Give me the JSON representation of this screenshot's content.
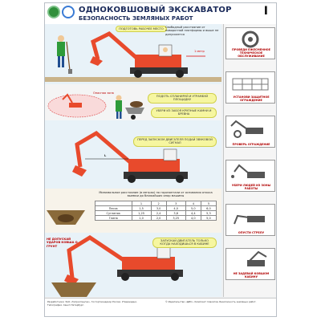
{
  "header": {
    "title": "ОДНОКОВШОВЫЙ ЭКСКАВАТОР",
    "subtitle": "БЕЗОПАСНОСТЬ ЗЕМЛЯНЫХ РАБОТ",
    "part": "I"
  },
  "main": {
    "labels": {
      "workplace": "ПОДГОТОВЬ РАБОЧЕЕ МЕСТО",
      "side_note": "Свободный расстояние от поворотной платформы и выше не допускается",
      "dist_1m": "1 метр",
      "danger_zone": "Опасная зона",
      "clean_level": "ПОДОТЬ СПЛАНИРУЙ И УТРАМБУЙ ПЛОЩАДКУ",
      "remove_stones": "УБЕРИ ИЗ ЗАБОЯ КРУПНЫЕ КАМНИ И БРЕВНА",
      "start_signal": "ПЕРЕД ЗАПУСКОМ ДВИГАТЕЛЯ ПОДАЙ ЗВУКОВОЙ СИГНАЛ",
      "table_caption": "Минимальное расстояние (в метрах) по горизонтали от основания откоса выемки до ближайших опор машины",
      "only_in_cab": "ЗАПУСКАЙ ДВИГАТЕЛЬ ТОЛЬКО КОГДА НАХОДИШЬСЯ В КАБИНЕ",
      "no_bucket_hits": "НЕ ДОПУСКАЙ УДАРОВ КОВША О ГРУНТ",
      "L_mark": "L"
    },
    "soil_table": {
      "headers": [
        "",
        "1",
        "2",
        "3",
        "4",
        "5"
      ],
      "rows": [
        [
          "Песок",
          "1,5",
          "3,0",
          "4,0",
          "5,0",
          "6,0"
        ],
        [
          "Суглинок",
          "1,25",
          "2,4",
          "3,6",
          "4,4",
          "5,3"
        ],
        [
          "Глина",
          "1,0",
          "2,0",
          "3,25",
          "4,0",
          "5,0"
        ]
      ]
    }
  },
  "side": {
    "cells": [
      "ПРОВЕДИ ЕЖЕСМЕННОЕ ТЕХНИЧЕСКОЕ ОБСЛУЖИВАНИЕ",
      "УСТАНОВИ ЗАЩИТНОЕ ОГРАЖДЕНИЕ",
      "ПРОВЕРЬ ОГРАЖДЕНИЕ",
      "УБЕРИ ЛЮДЕЙ ИЗ ЗОНЫ РАБОТЫ",
      "ОПУСТИ СТРЕЛУ",
      "НЕ ЗАДЕВАЙ КОВШОМ КАБИНУ"
    ]
  },
  "footer": {
    "left": "Разработчики: ЗАО «Гипроспецгаз», Госгортехнадзор России. Утверждено. Типография. Санкт-Петербург.",
    "right": "© Издательство «ДИС». Комплект плакатов. Безопасность земляных работ."
  }
}
